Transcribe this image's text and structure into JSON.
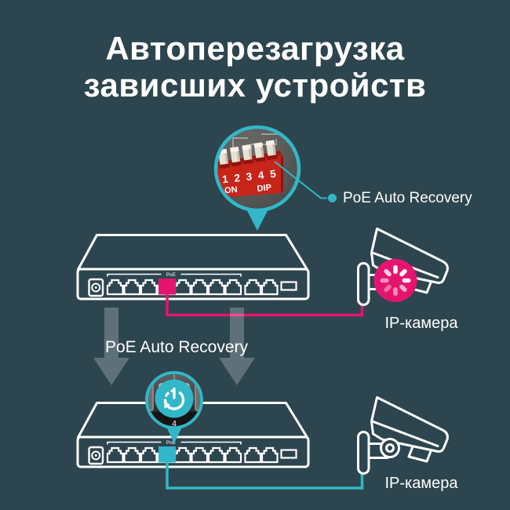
{
  "title": {
    "line1": "Автоперезагрузка",
    "line2": "зависших устройств"
  },
  "magnifier": {
    "dip_numbers": [
      "1",
      "2",
      "3",
      "4",
      "5"
    ],
    "on_label": "↓ON",
    "dip_label": "DIP",
    "callout_label": "PoE Auto Recovery"
  },
  "diagram": {
    "poe_group_label_top": "PoE",
    "poe_group_label_bottom": "PoE",
    "recovery_label": "PoE Auto Recovery",
    "camera_label_top": "IP-камера",
    "camera_label_bottom": "IP-камера"
  },
  "recovery_port": {
    "port_row_number": "1",
    "port_number": "4"
  },
  "colors": {
    "background": "#2d454e",
    "accent_teal": "#31b7c8",
    "accent_pink": "#e5156f",
    "line_white": "#ffffff",
    "dip_red": "#c7241a",
    "arrow_gray": "rgba(255,255,255,0.24)"
  }
}
